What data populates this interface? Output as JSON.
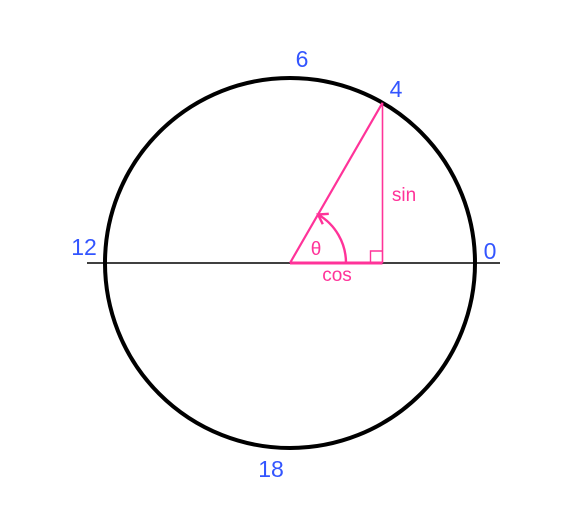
{
  "diagram": {
    "markers": {
      "right": "0",
      "top": "6",
      "left": "12",
      "bottom": "18",
      "point": "4"
    },
    "triangle_labels": {
      "opposite": "sin",
      "adjacent": "cos",
      "angle": "θ"
    },
    "angle_degrees": 60,
    "colors": {
      "circle": "#000000",
      "axis": "#000000",
      "markers": "#3355ff",
      "triangle": "#ff3399"
    }
  }
}
